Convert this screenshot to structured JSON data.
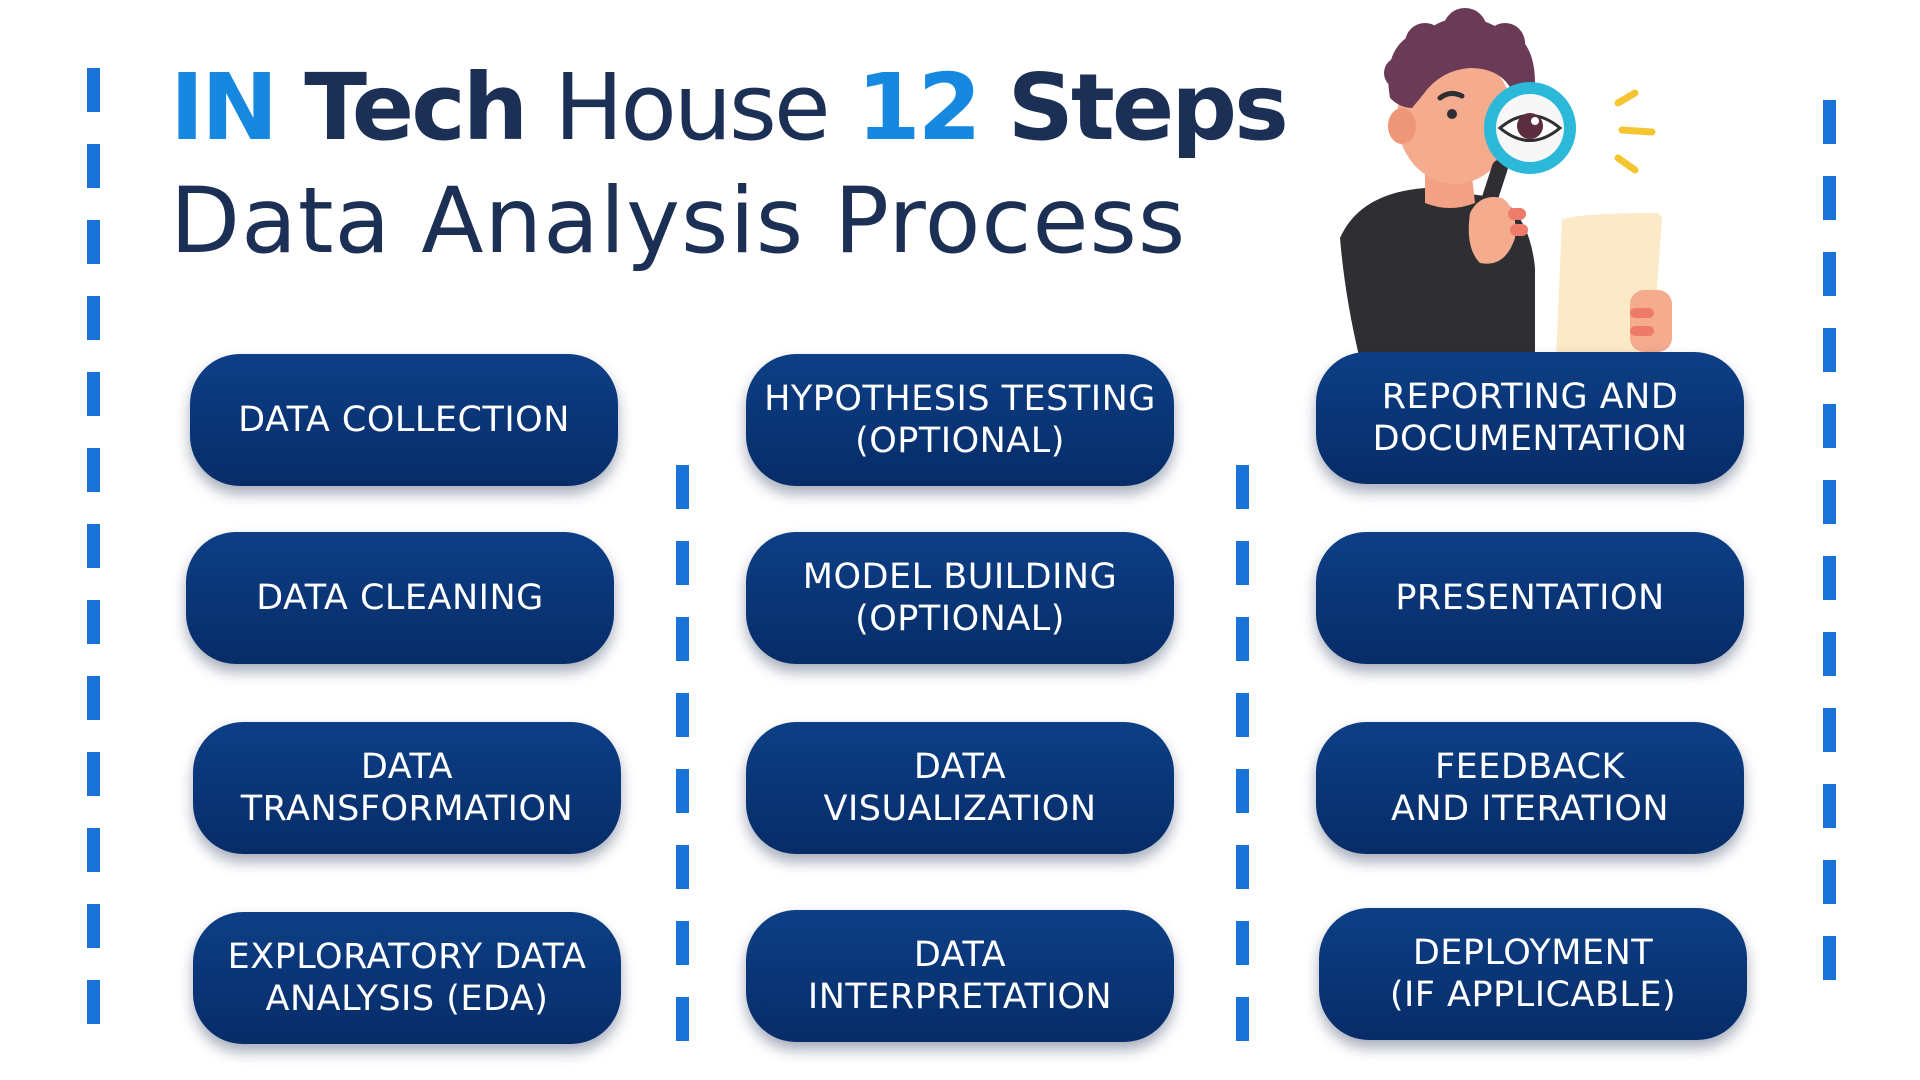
{
  "title": {
    "line1": {
      "brand_in": "IN",
      "brand_tech": "Tech",
      "brand_house": "House",
      "number": "12",
      "steps": "Steps"
    },
    "line2": "Data Analysis Process"
  },
  "colors": {
    "accent": "#1688e0",
    "navy_text": "#1c2f55",
    "pill_top": "#0d3f86",
    "pill_bottom": "#072c68",
    "dash": "#1a73d6"
  },
  "columns": [
    {
      "steps": [
        "DATA COLLECTION",
        "DATA CLEANING",
        "DATA\nTRANSFORMATION",
        "EXPLORATORY DATA\nANALYSIS (EDA)"
      ]
    },
    {
      "steps": [
        "HYPOTHESIS TESTING\n(OPTIONAL)",
        "MODEL BUILDING\n(OPTIONAL)",
        "DATA\nVISUALIZATION",
        "DATA\nINTERPRETATION"
      ]
    },
    {
      "steps": [
        "REPORTING AND\nDOCUMENTATION",
        "PRESENTATION",
        "FEEDBACK\nAND ITERATION",
        "DEPLOYMENT\n(IF APPLICABLE)"
      ]
    }
  ],
  "illustration": "person-with-magnifying-glass-icon"
}
